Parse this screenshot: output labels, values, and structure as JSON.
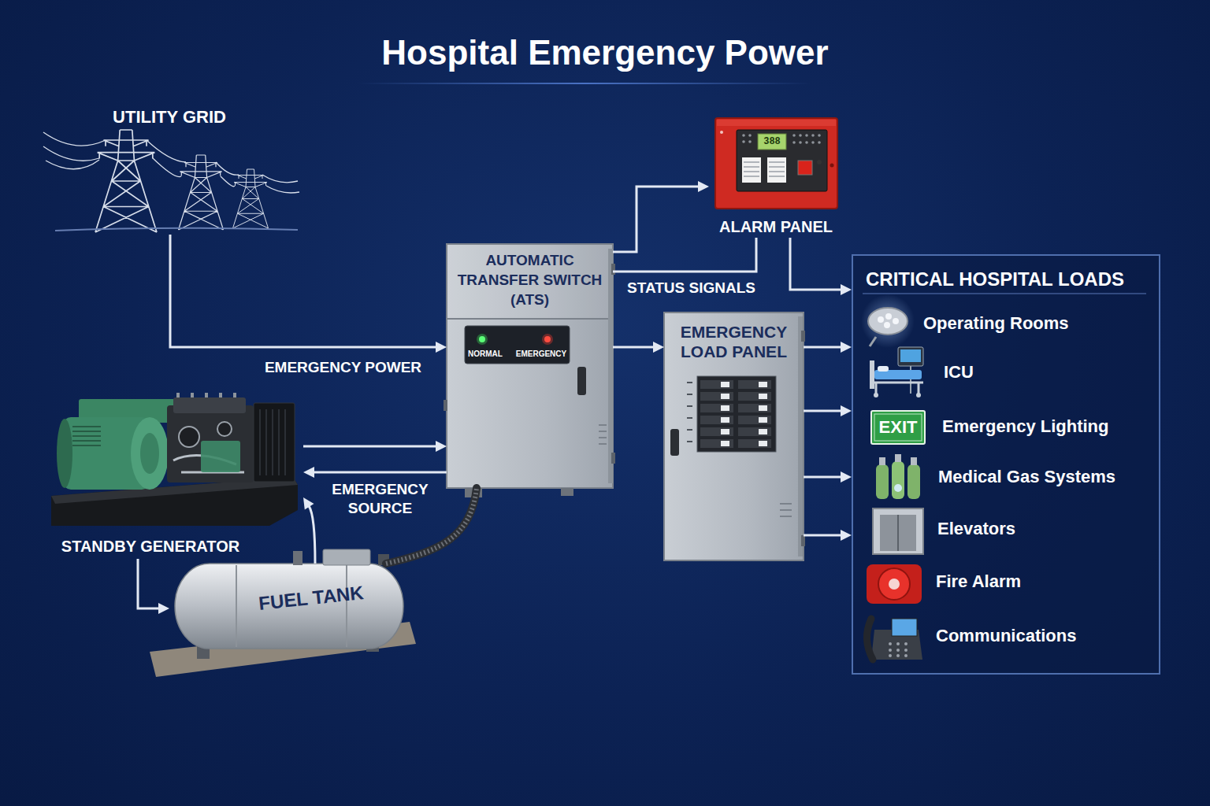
{
  "diagram": {
    "title": "Hospital Emergency Power",
    "nodes": [
      {
        "text": [
          "UTILITY GRID"
        ]
      },
      {
        "text": [
          "ALARM PANEL"
        ]
      },
      {
        "text": [
          "AUTOMATIC TRANSFER SWITCH (ATS)"
        ]
      },
      {
        "text": [
          "NORMAL",
          "EMERGENCY"
        ],
        "in": 2
      },
      {
        "text": [
          "EMERGENCY LOAD PANEL"
        ]
      },
      {
        "text": [
          "CRITICAL HOSPITAL LOADS",
          "Operating Rooms",
          "ICU",
          "Emergency Lighting",
          "Medical Gas Systems",
          "Elevators",
          "Fire Alarm",
          "Communications"
        ]
      },
      {
        "text": [
          "STANDBY GENERATOR"
        ]
      },
      {
        "text": [
          "FUEL TANK"
        ]
      }
    ],
    "edges": [
      {
        "from": 0,
        "to": 2,
        "label": "EMERGENCY POWER",
        "arrow": "to"
      },
      {
        "from": 6,
        "to": 2,
        "arrow": "to"
      },
      {
        "from": 2,
        "to": 6,
        "label": "EMERGENCY SOURCE",
        "arrow": "to"
      },
      {
        "from": 2,
        "to": 1,
        "arrow": "to"
      },
      {
        "from": 2,
        "to": 1,
        "label": "STATUS SIGNALS",
        "arrow": "none"
      },
      {
        "from": 1,
        "to": 5,
        "arrow": "to"
      },
      {
        "from": 2,
        "to": 4,
        "arrow": "to"
      },
      {
        "from": 4,
        "to": 5,
        "arrow": "to"
      },
      {
        "from": 4,
        "to": 5,
        "arrow": "to"
      },
      {
        "from": 4,
        "to": 5,
        "arrow": "to"
      },
      {
        "from": 4,
        "to": 5,
        "arrow": "to"
      },
      {
        "from": 6,
        "to": 7,
        "arrow": "to"
      },
      {
        "from": 7,
        "to": 6,
        "arrow": "to"
      },
      {
        "from": 7,
        "to": 2,
        "arrow": "none"
      }
    ],
    "labels": [
      "388",
      "EXIT"
    ]
  }
}
